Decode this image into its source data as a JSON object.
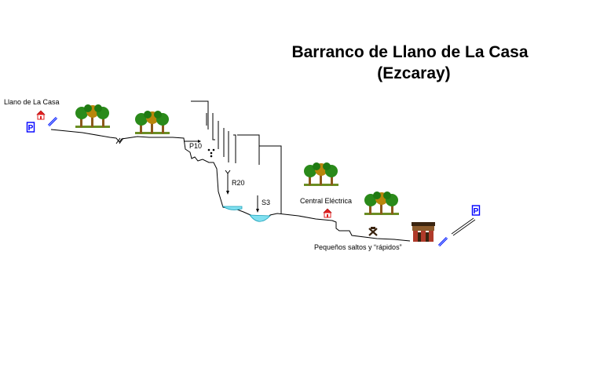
{
  "title": {
    "line1": "Barranco de Llano de La Casa",
    "line2": "(Ezcaray)"
  },
  "labels": {
    "start_place": "Llano de La Casa",
    "p10": "P10",
    "r20": "R20",
    "s3": "S3",
    "power_station": "Central Eléctrica",
    "rapids": "Pequeños saltos y “rápidos”"
  },
  "parking": {
    "symbol": "P"
  },
  "icons": {
    "parking": "parking-sign-icon",
    "house": "house-icon",
    "trees": "tree-group-icon",
    "arrow": "walking-arrow-icon",
    "anchor": "anchor-icon",
    "bolts": "bolts-icon",
    "tool": "hammer-icon",
    "bridge": "bridge-icon"
  },
  "colors": {
    "water": "#80e0f0",
    "parking_blue": "#0000ff",
    "house_red": "#e02020",
    "tree_green": "#2a8a1a",
    "tree_trunk": "#8b5a1b",
    "bridge_dark": "#3a2410",
    "bridge_red": "#b03a2a"
  }
}
